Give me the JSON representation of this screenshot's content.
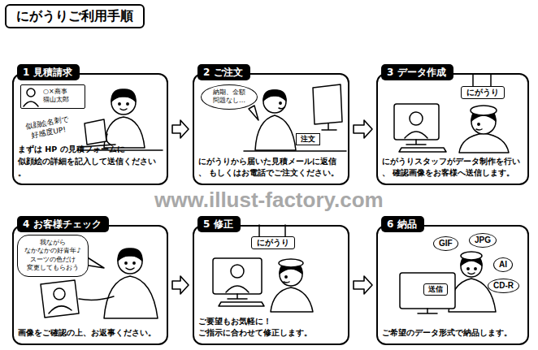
{
  "diagram": {
    "title": "にがうりご利用手順",
    "nodes": [
      {
        "text": [
          "1 見積請求",
          "まずは HP の見積フォームに 似顔絵の詳細を記入して送信ください。"
        ]
      },
      {
        "text": [
          "○×商事 猫山太郎"
        ],
        "in": 0
      },
      {
        "text": [
          "2 ご注文",
          "にがうりから届いた見積メールに返信、 もしくはお電話でご注文ください。"
        ]
      },
      {
        "text": [
          "納期、金額 問題なし…"
        ],
        "in": 2
      },
      {
        "text": [
          "注文"
        ],
        "in": 2
      },
      {
        "text": [
          "3 データ作成",
          "にがうりスタッフがデータ制作を行い、 確認画像をお客様へ送信します。"
        ]
      },
      {
        "text": [
          "にがうり"
        ],
        "in": 5
      },
      {
        "text": [
          "4 お客様チェック",
          "画像をご確認の上、お返事ください。"
        ]
      },
      {
        "text": [
          "我ながら なかなかの好青年♪ スーツの色だけ 変更してもらおう"
        ],
        "in": 7
      },
      {
        "text": [
          "5 修正",
          "ご要望もお気軽に！ ご指示に合わせて修正します。"
        ]
      },
      {
        "text": [
          "にがうり"
        ],
        "in": 9
      },
      {
        "text": [
          "6 納品",
          "ご希望のデータ形式で納品します。"
        ]
      },
      {
        "text": [
          "GIF"
        ],
        "in": 11
      },
      {
        "text": [
          "JPG"
        ],
        "in": 11
      },
      {
        "text": [
          "AI"
        ],
        "in": 11
      },
      {
        "text": [
          "送信"
        ],
        "in": 11
      },
      {
        "text": [
          "CD-R"
        ],
        "in": 11
      }
    ],
    "edges": [
      {
        "from": 0,
        "to": 2,
        "arrow": "to"
      },
      {
        "from": 2,
        "to": 5,
        "arrow": "to"
      },
      {
        "from": 7,
        "to": 9,
        "arrow": "to"
      },
      {
        "from": 9,
        "to": 11,
        "arrow": "to"
      }
    ],
    "labels": [
      "似顔絵名刺で 好感度UP!",
      "www.illust-factory.com"
    ]
  }
}
